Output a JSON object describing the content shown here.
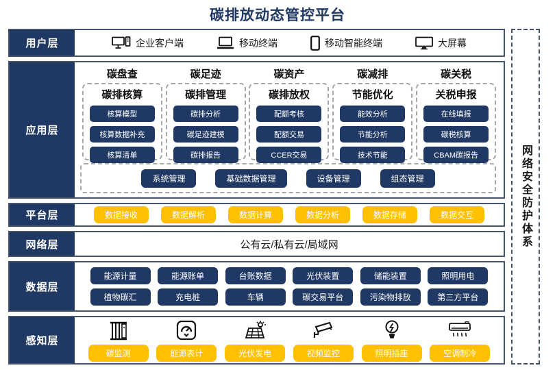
{
  "title": "碳排放动态管控平台",
  "security_band": {
    "label": "网络安全防护体系"
  },
  "user_layer": {
    "label": "用户层",
    "items": [
      {
        "icon": "desktop-pc-icon",
        "label": "企业客户端"
      },
      {
        "icon": "laptop-icon",
        "label": "移动终端"
      },
      {
        "icon": "smartphone-icon",
        "label": "移动智能终端"
      },
      {
        "icon": "big-screen-icon",
        "label": "大屏幕"
      }
    ]
  },
  "app_layer": {
    "label": "应用层",
    "columns": [
      {
        "header": "碳盘查",
        "title": "碳排核算",
        "buttons": [
          "核算模型",
          "核算数据补充",
          "核算清单"
        ]
      },
      {
        "header": "碳足迹",
        "title": "碳排管理",
        "buttons": [
          "碳排分析",
          "碳足迹建模",
          "碳排报告"
        ]
      },
      {
        "header": "碳资产",
        "title": "碳排放权",
        "buttons": [
          "配额考核",
          "配额交易",
          "CCER交易"
        ]
      },
      {
        "header": "碳减排",
        "title": "节能优化",
        "buttons": [
          "能效分析",
          "节能分析",
          "技术节能"
        ]
      },
      {
        "header": "碳关税",
        "title": "关税申报",
        "buttons": [
          "在线填报",
          "碳税核算",
          "CBAM碳报告"
        ]
      }
    ],
    "common_buttons": [
      "系统管理",
      "基础数据管理",
      "设备管理",
      "组态管理"
    ]
  },
  "platform_layer": {
    "label": "平台层",
    "buttons": [
      "数据接收",
      "数据解析",
      "数据计算",
      "数据分析",
      "数据存储",
      "数据交互"
    ]
  },
  "network_layer": {
    "label": "网络层",
    "text": "公有云/私有云/局域网"
  },
  "data_layer": {
    "label": "数据层",
    "row1": [
      "能源计量",
      "能源账单",
      "台账数据",
      "光伏装置",
      "储能装置",
      "照明用电"
    ],
    "row2": [
      "植物碳汇",
      "充电桩",
      "车辆",
      "碳交易平台",
      "污染物排放",
      "第三方平台"
    ]
  },
  "perception_layer": {
    "label": "感知层",
    "items": [
      {
        "icon": "carbon-monitor-icon",
        "label": "碳监测"
      },
      {
        "icon": "energy-meter-icon",
        "label": "能源表计"
      },
      {
        "icon": "solar-panel-icon",
        "label": "光伏发电"
      },
      {
        "icon": "cctv-camera-icon",
        "label": "视频监控"
      },
      {
        "icon": "light-bulb-icon",
        "label": "照明插座"
      },
      {
        "icon": "air-conditioner-icon",
        "label": "空调制冷"
      }
    ]
  },
  "colors": {
    "navy": "#1F3864",
    "orange": "#FFC000",
    "border": "#44546A",
    "dash_gray": "#A6A6A6"
  }
}
